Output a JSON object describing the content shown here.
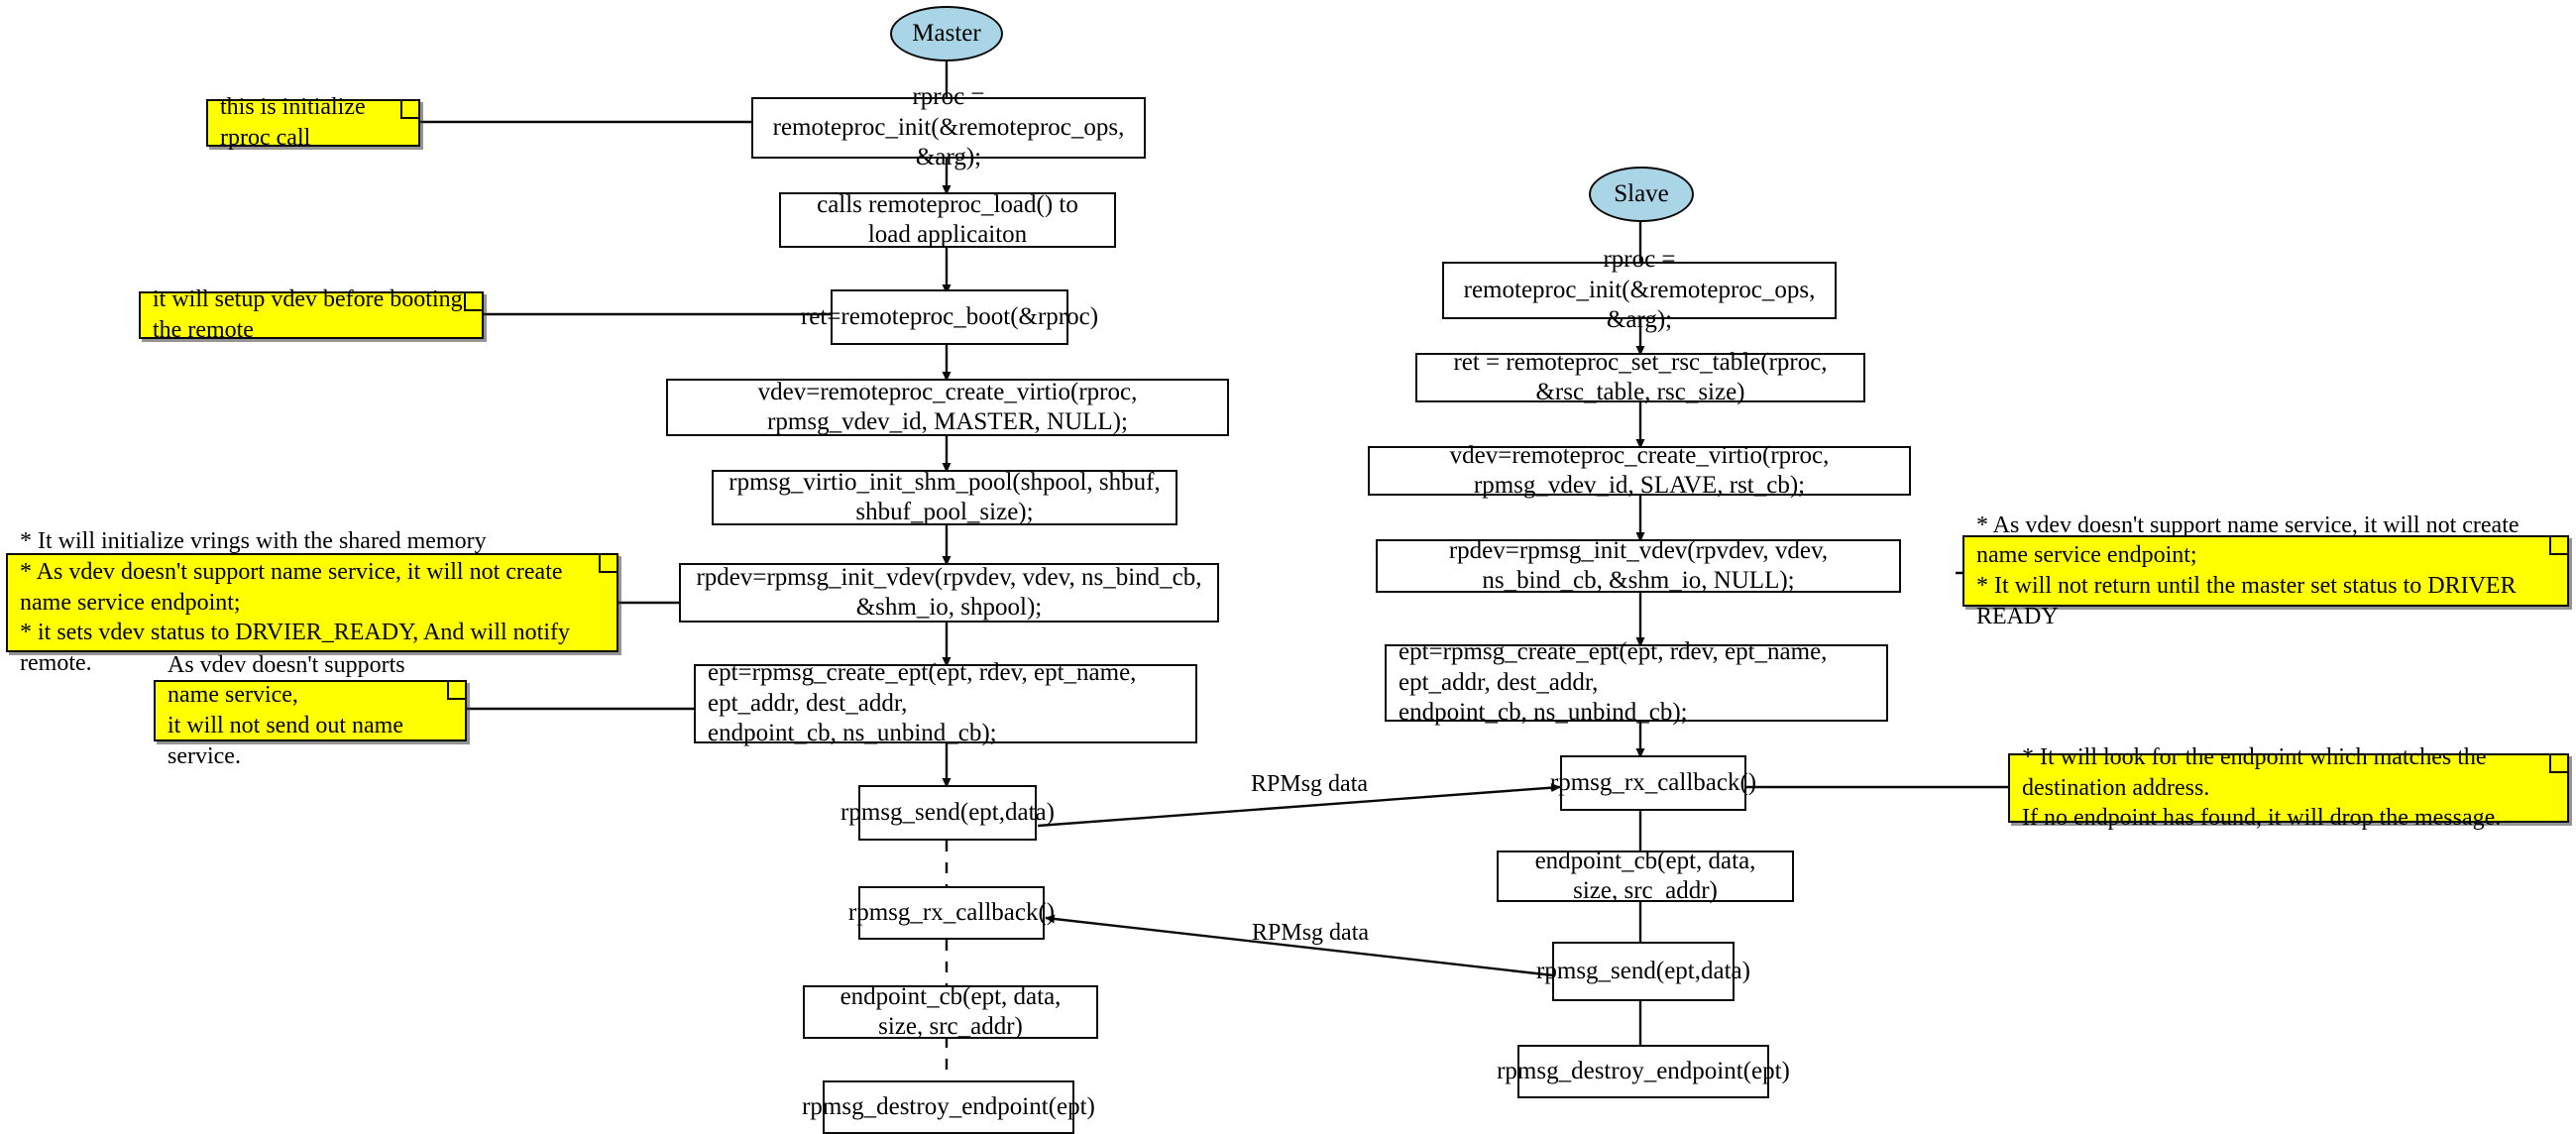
{
  "diagram": {
    "title": "OpenAMP RPMsg master/slave initialization flow",
    "colors": {
      "terminal_fill": "#aad5e6",
      "note_fill": "#ffff00",
      "node_fill": "#ffffff",
      "stroke": "#0a0a0a"
    }
  },
  "master": {
    "terminal": "Master",
    "steps": [
      "rproc = remoteproc_init(&remoteproc_ops, &arg);",
      "calls remoteproc_load() to load applicaiton",
      "ret=remoteproc_boot(&rproc)",
      "vdev=remoteproc_create_virtio(rproc, rpmsg_vdev_id, MASTER, NULL);",
      "rpmsg_virtio_init_shm_pool(shpool, shbuf, shbuf_pool_size);",
      "rpdev=rpmsg_init_vdev(rpvdev, vdev, ns_bind_cb, &shm_io, shpool);",
      "ept=rpmsg_create_ept(ept, rdev, ept_name, ept_addr, dest_addr,\nendpoint_cb, ns_unbind_cb);",
      "rpmsg_send(ept,data)",
      "rpmsg_rx_callback()",
      "endpoint_cb(ept, data, size, src_addr)",
      "rpmsg_destroy_endpoint(ept)"
    ]
  },
  "slave": {
    "terminal": "Slave",
    "steps": [
      "rproc = remoteproc_init(&remoteproc_ops, &arg);",
      "ret = remoteproc_set_rsc_table(rproc, &rsc_table, rsc_size)",
      "vdev=remoteproc_create_virtio(rproc, rpmsg_vdev_id, SLAVE, rst_cb);",
      "rpdev=rpmsg_init_vdev(rpvdev, vdev, ns_bind_cb, &shm_io, NULL);",
      "ept=rpmsg_create_ept(ept, rdev, ept_name, ept_addr, dest_addr,\nendpoint_cb, ns_unbind_cb);",
      "rpmsg_rx_callback()",
      "endpoint_cb(ept, data, size, src_addr)",
      "rpmsg_send(ept,data)",
      "rpmsg_destroy_endpoint(ept)"
    ]
  },
  "notes": {
    "init_rproc": "this is initialize rproc call",
    "setup_vdev": "it will setup vdev before booting the remote",
    "init_vdev_master": "* It will initialize vrings with the shared memory\n* As vdev doesn't support name service, it will not create name service endpoint;\n* it sets vdev status to DRVIER_READY, And will notify remote.",
    "create_ept_master": "As vdev doesn't supports name service,\nit will not send out name service.",
    "init_vdev_slave": "* As vdev doesn't support name service, it will not create name service endpoint;\n* It will not return until the master set status to DRIVER READY",
    "rx_callback_slave": "* It will look for the endpoint which matches the destination address.\nIf no endpoint has found, it will drop the message."
  },
  "edges": {
    "rpmsg_data_1": "RPMsg data",
    "rpmsg_data_2": "RPMsg data"
  }
}
